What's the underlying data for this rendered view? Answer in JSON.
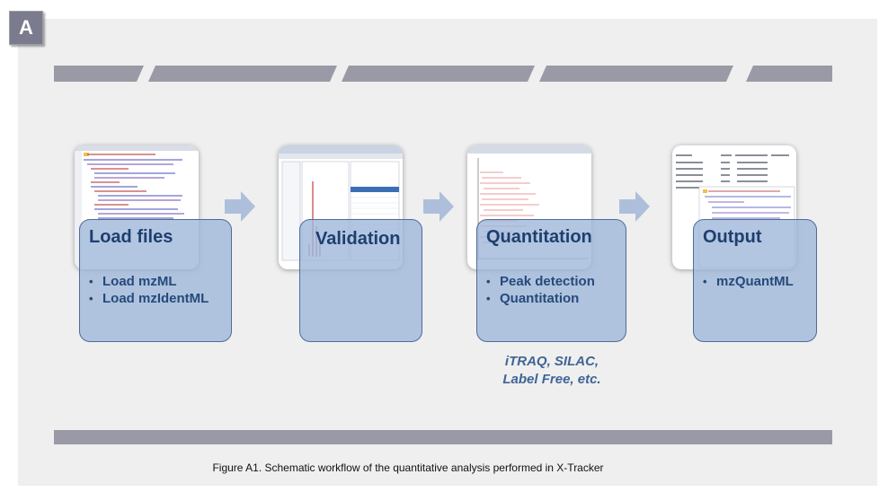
{
  "panel_label": "A",
  "steps": [
    {
      "title": "Load files",
      "bullets": [
        "Load mzML",
        "Load mzIdentML"
      ]
    },
    {
      "title": "Validation",
      "bullets": []
    },
    {
      "title": "Quantitation",
      "bullets": [
        "Peak detection",
        "Quantitation"
      ]
    },
    {
      "title": "Output",
      "bullets": [
        "mzQuantML"
      ]
    }
  ],
  "quantitation_note": [
    "iTRAQ, SILAC,",
    "Label Free, etc."
  ],
  "caption": "Figure A1. Schematic workflow of the quantitative analysis performed in X-Tracker",
  "colors": {
    "card_fill": "#9cb6da",
    "card_border": "#4f6b97",
    "title_text": "#1f3f6e",
    "band": "#9a9aa6",
    "arrow": "#aebfdb"
  }
}
